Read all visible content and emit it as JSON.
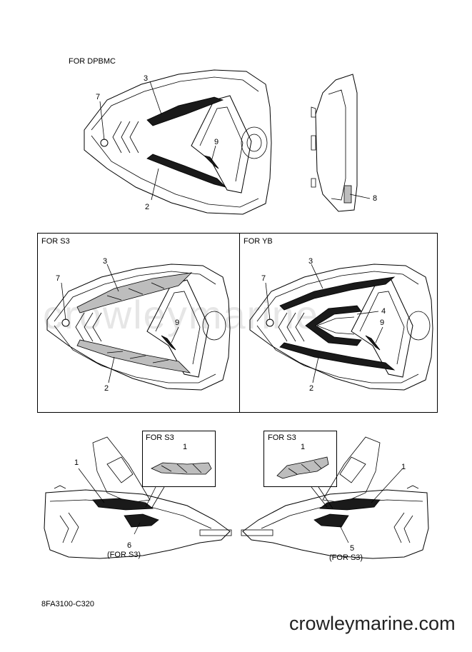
{
  "top": {
    "title": "FOR DPBMC",
    "labels": [
      "3",
      "7",
      "9",
      "2",
      "8"
    ]
  },
  "panel_left": {
    "title": "FOR S3",
    "labels": [
      "3",
      "7",
      "9",
      "2"
    ]
  },
  "panel_right": {
    "title": "FOR YB",
    "labels": [
      "3",
      "7",
      "4",
      "9",
      "2"
    ]
  },
  "bottom_left": {
    "inset_title": "FOR S3",
    "inset_label": "1",
    "label_1": "1",
    "label_6": "6",
    "note_6": "(FOR S3)"
  },
  "bottom_right": {
    "inset_title": "FOR S3",
    "inset_label": "1",
    "label_1": "1",
    "label_5": "5",
    "note_5": "(FOR S3)"
  },
  "footer": {
    "code": "8FA3100-C320",
    "brand": "crowleymarine.com",
    "watermark": "crowleymarine"
  },
  "colors": {
    "line": "#000000",
    "fill_dark": "#1a1a1a",
    "fill_gray": "#bdbdbd"
  }
}
